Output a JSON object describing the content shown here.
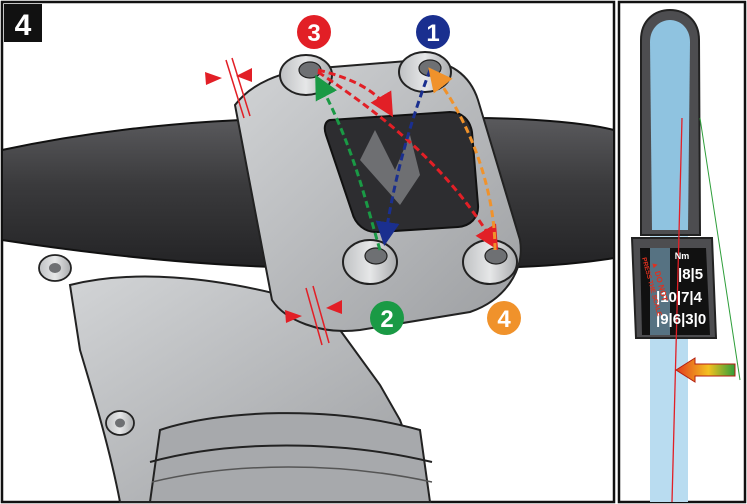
{
  "step": {
    "number": "4"
  },
  "bolt_labels": [
    {
      "id": "1",
      "text": "1",
      "color": "#1a2f8f"
    },
    {
      "id": "2",
      "text": "2",
      "color": "#1a9a45"
    },
    {
      "id": "3",
      "text": "3",
      "color": "#e21f26"
    },
    {
      "id": "4",
      "text": "4",
      "color": "#f0922b"
    }
  ],
  "torque_dial": {
    "unit": "Nm",
    "row1": "|8|5",
    "row2": "|10|7|4",
    "row3": "|9|6|3|0",
    "warning_line1": "▲ DO NOT",
    "warning_line2": "PRESS THE SCALE"
  },
  "colors": {
    "frame": "#111111",
    "stem_metal": "#b9bbbd",
    "handlebar": "#3c3c3e",
    "wrench_blue": "#8fc3e0",
    "arrow_green": "#2e9e3a",
    "arrow_red": "#d92b1e"
  }
}
